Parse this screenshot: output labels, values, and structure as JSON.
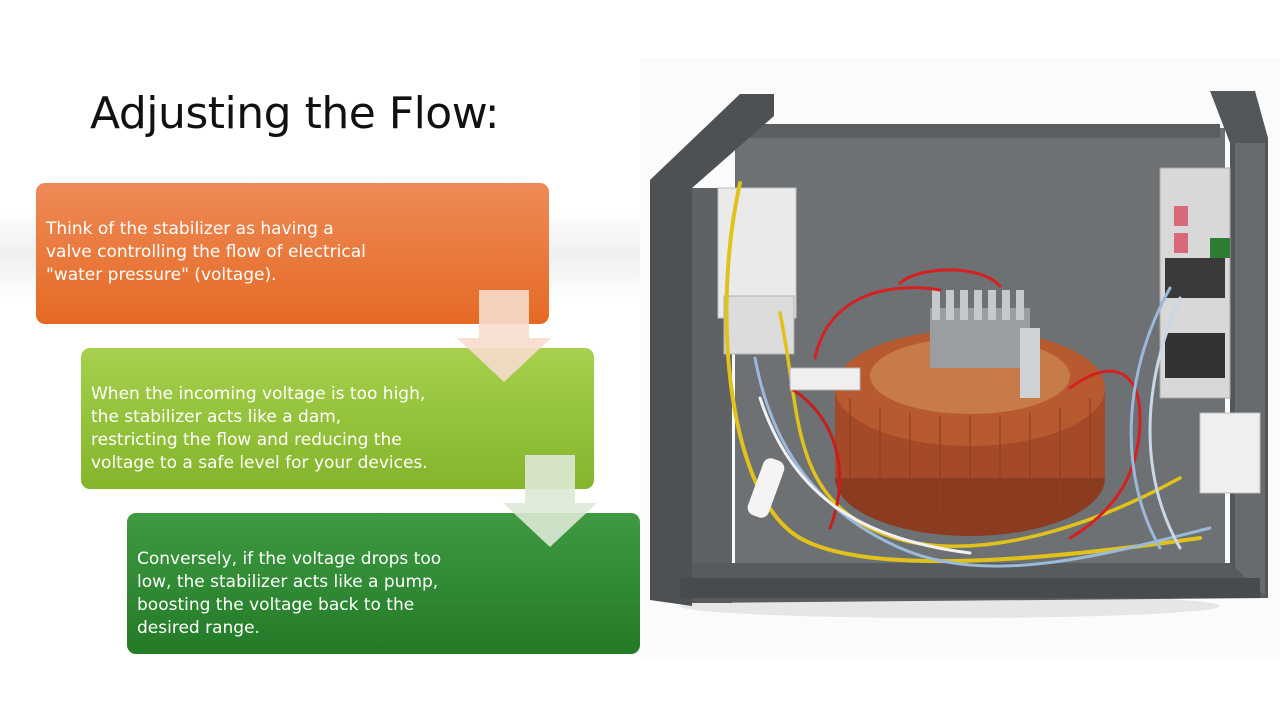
{
  "slide": {
    "title": "Adjusting the Flow:",
    "steps": [
      {
        "text": "Think of the stabilizer as having a\nvalve controlling the flow of electrical\n\"water pressure\" (voltage).",
        "color_top": "#ee8a57",
        "color_bottom": "#e56a24"
      },
      {
        "text": "When the incoming voltage is too high,\nthe stabilizer acts like a dam,\nrestricting the flow and reducing the\nvoltage to a safe level for your devices.",
        "color_top": "#a6d04d",
        "color_bottom": "#84b52b"
      },
      {
        "text": "Conversely, if the voltage drops too\nlow, the stabilizer acts like a pump,\nboosting the voltage back to the\ndesired range.",
        "color_top": "#3f9a42",
        "color_bottom": "#237a27"
      }
    ],
    "arrow_icon": "down-arrow-icon",
    "image": "voltage-stabilizer-photo"
  }
}
